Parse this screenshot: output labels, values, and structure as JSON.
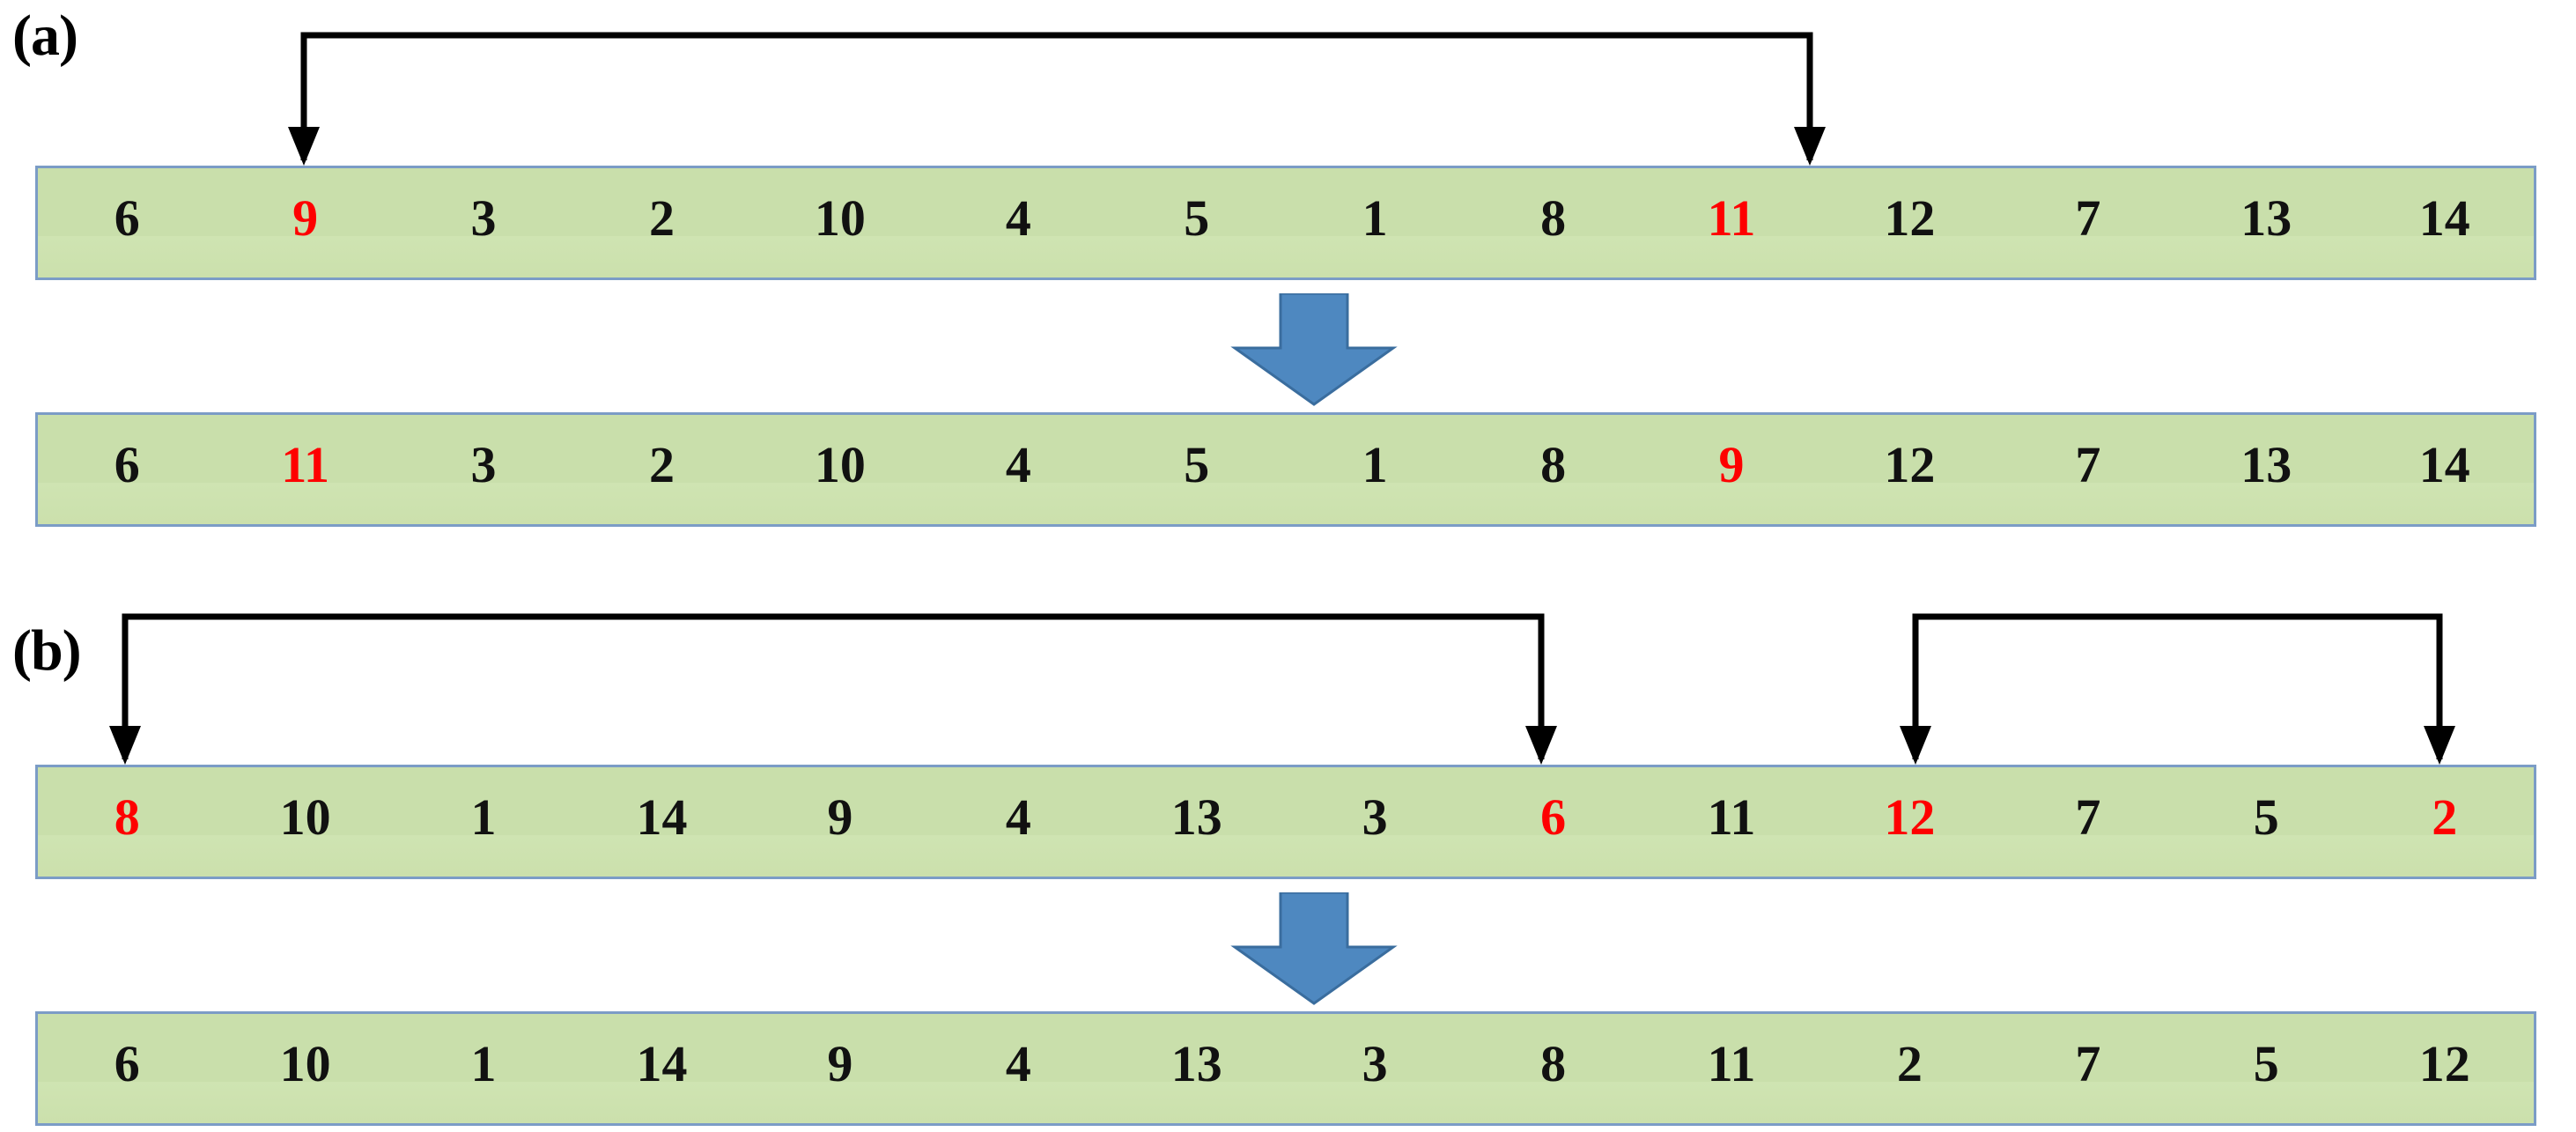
{
  "figure": {
    "panels": [
      {
        "id": "a",
        "label": "(a)",
        "before": {
          "values": [
            "6",
            "9",
            "3",
            "2",
            "10",
            "4",
            "5",
            "1",
            "8",
            "11",
            "12",
            "7",
            "13",
            "14"
          ],
          "highlighted_indices": [
            1,
            9
          ]
        },
        "after": {
          "values": [
            "6",
            "11",
            "3",
            "2",
            "10",
            "4",
            "5",
            "1",
            "8",
            "9",
            "12",
            "7",
            "13",
            "14"
          ],
          "highlighted_indices": [
            1,
            9
          ]
        },
        "swap_connectors": [
          {
            "name": "swap-9-11",
            "from_index": 1,
            "to_index": 9
          }
        ],
        "transition_arrow": "down-arrow"
      },
      {
        "id": "b",
        "label": "(b)",
        "before": {
          "values": [
            "8",
            "10",
            "1",
            "14",
            "9",
            "4",
            "13",
            "3",
            "6",
            "11",
            "12",
            "7",
            "5",
            "2"
          ],
          "highlighted_indices": [
            0,
            8,
            10,
            13
          ]
        },
        "after": {
          "values": [
            "6",
            "10",
            "1",
            "14",
            "9",
            "4",
            "13",
            "3",
            "8",
            "11",
            "2",
            "7",
            "5",
            "12"
          ],
          "highlighted_indices": []
        },
        "swap_connectors": [
          {
            "name": "swap-8-6",
            "from_index": 0,
            "to_index": 8
          },
          {
            "name": "swap-12-2",
            "from_index": 10,
            "to_index": 13
          }
        ],
        "transition_arrow": "down-arrow"
      }
    ]
  },
  "style": {
    "array_fill": "#c9dfab",
    "array_border": "#7b9cc6",
    "highlight_color": "#fe0000",
    "text_color": "#111111",
    "connector_color": "#000000",
    "transition_arrow_color": "#4e88c0",
    "background": "#ffffff"
  }
}
